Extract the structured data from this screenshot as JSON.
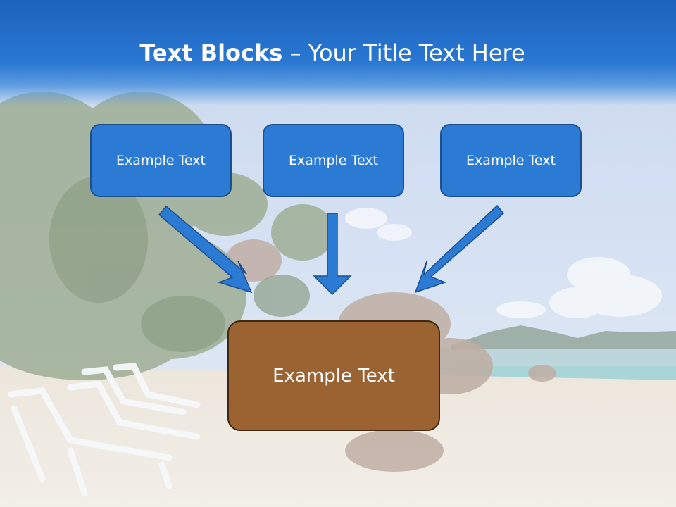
{
  "slide": {
    "title_bold": "Text Blocks",
    "title_dash": " – ",
    "title_rest": "Your Title Text Here"
  },
  "boxes": {
    "top": [
      {
        "label": "Example Text"
      },
      {
        "label": "Example Text"
      },
      {
        "label": "Example Text"
      }
    ],
    "bottom": {
      "label": "Example Text"
    }
  },
  "colors": {
    "title_band": "#1b63bd",
    "blue_box": "#2b7bd4",
    "blue_border": "#1d4f8e",
    "brown_box": "#9a6331",
    "brown_border": "#3e2813",
    "arrow": "#2b7bd4"
  },
  "background": {
    "image": "faded-tropical-beach-photo"
  }
}
